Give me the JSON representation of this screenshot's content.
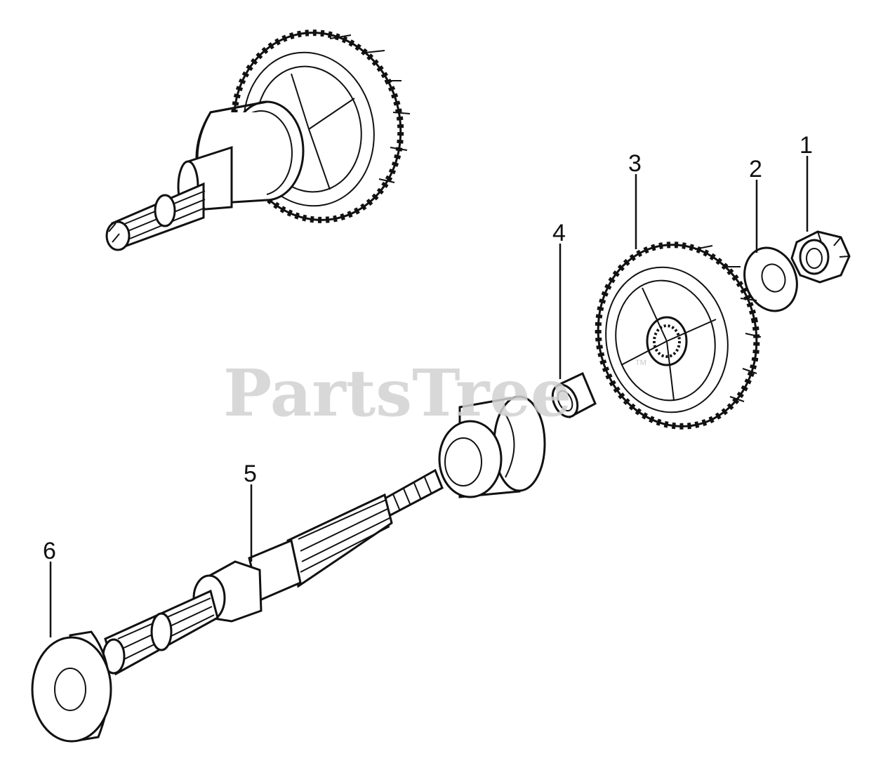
{
  "watermark": {
    "text": "PartsTree",
    "tm": "TM"
  },
  "callouts": [
    {
      "id": "1",
      "label": "1"
    },
    {
      "id": "2",
      "label": "2"
    },
    {
      "id": "3",
      "label": "3"
    },
    {
      "id": "4",
      "label": "4"
    },
    {
      "id": "5",
      "label": "5"
    },
    {
      "id": "6",
      "label": "6"
    }
  ]
}
